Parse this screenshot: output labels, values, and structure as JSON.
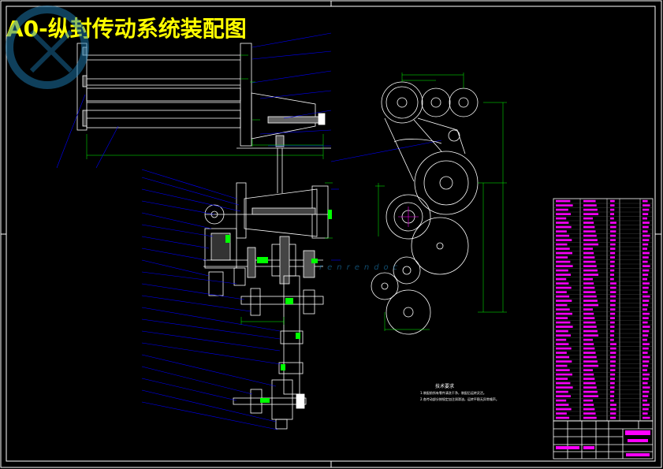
{
  "drawing": {
    "title": "A0-纵封传动系统装配图",
    "tech_req_title": "技术要求",
    "tech_req_lines": [
      "1.装配前所有零件清洗干净，装配后运转灵活。",
      "2.各传动部分按规定加注润滑油，运转平稳无异常噪声。"
    ],
    "watermark_text": "renrendoc"
  },
  "colors": {
    "background": "#000000",
    "lines": "#ffffff",
    "leaders": "#0000ff",
    "dimensions": "#00ff00",
    "title_text": "#ffff00",
    "table_text": "#ff00ff",
    "watermark": "#1d7fb8"
  }
}
